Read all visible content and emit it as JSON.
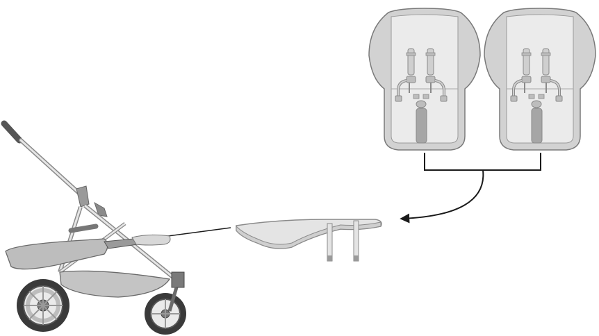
{
  "diagram": {
    "kind": "assembly-instruction",
    "text_labels": [],
    "colors": {
      "outline": "#777777",
      "seat_fill": "#d4d4d4",
      "seat_inner": "#ececec",
      "frame_fill": "#e3e3e3",
      "basket_fill": "#bdbdbd",
      "wheel_dark": "#3a3a3a",
      "arrow": "#1a1a1a"
    },
    "parts": [
      {
        "id": "seat-liner-left",
        "icon": "seat-liner-icon"
      },
      {
        "id": "seat-liner-right",
        "icon": "seat-liner-icon"
      },
      {
        "id": "seat-frame",
        "icon": "seat-frame-icon"
      },
      {
        "id": "stroller-chassis",
        "icon": "stroller-icon"
      }
    ],
    "connections": [
      {
        "from": "seat-liner-left",
        "to": "seat-frame",
        "style": "bracket-then-curved-arrow"
      },
      {
        "from": "seat-liner-right",
        "to": "seat-frame",
        "style": "bracket-then-curved-arrow"
      },
      {
        "from": "seat-frame",
        "to": "stroller-chassis",
        "style": "straight-arrow"
      }
    ]
  }
}
